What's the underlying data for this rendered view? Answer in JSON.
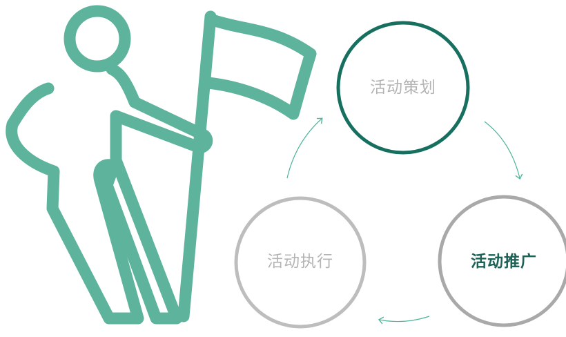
{
  "cycle": {
    "steps": [
      {
        "label": "活动策划",
        "ring_color": "#17705f"
      },
      {
        "label": "活动推广",
        "ring_color": "#a9a9a9"
      },
      {
        "label": "活动执行",
        "ring_color": "#bdbdbd"
      }
    ],
    "arrow_color": "#4fb49a"
  },
  "figure": {
    "icon": "person-holding-flag-icon",
    "color": "#5db39b"
  }
}
